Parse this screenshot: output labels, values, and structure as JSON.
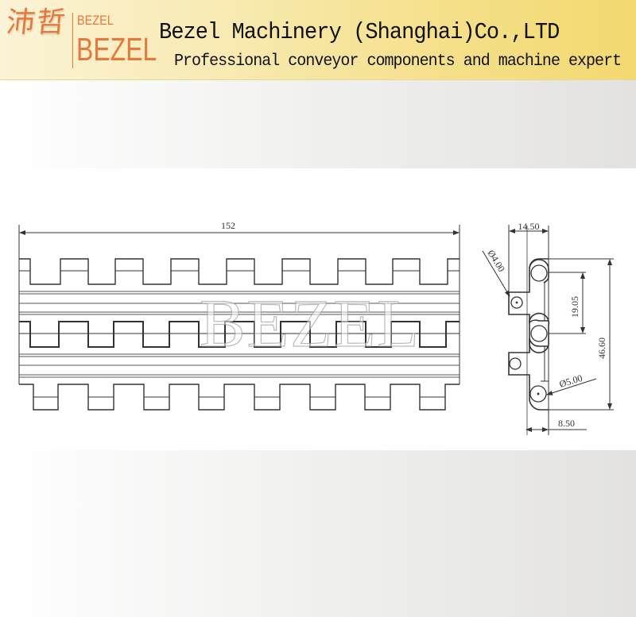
{
  "header": {
    "logo_cn": "沛哲",
    "logo_small": "BEZEL",
    "logo_big": "BEZEL",
    "company_name": "Bezel Machinery (Shanghai)Co.,LTD",
    "tagline": "Professional conveyor components and machine expert",
    "colors": {
      "logo": "#e8783a",
      "header_gradient_start": "#fbf3d6",
      "header_gradient_end": "#f3d970",
      "text": "#111111"
    }
  },
  "drawing": {
    "watermark": "BEZEL",
    "top_view": {
      "width_dim_label": "152"
    },
    "side_view": {
      "dims": {
        "top_width": "14.50",
        "hole_small": "Ø4.00",
        "pitch": "19.05",
        "height": "46.60",
        "hole_large": "Ø5.00",
        "bottom_width": "8.50"
      }
    }
  }
}
